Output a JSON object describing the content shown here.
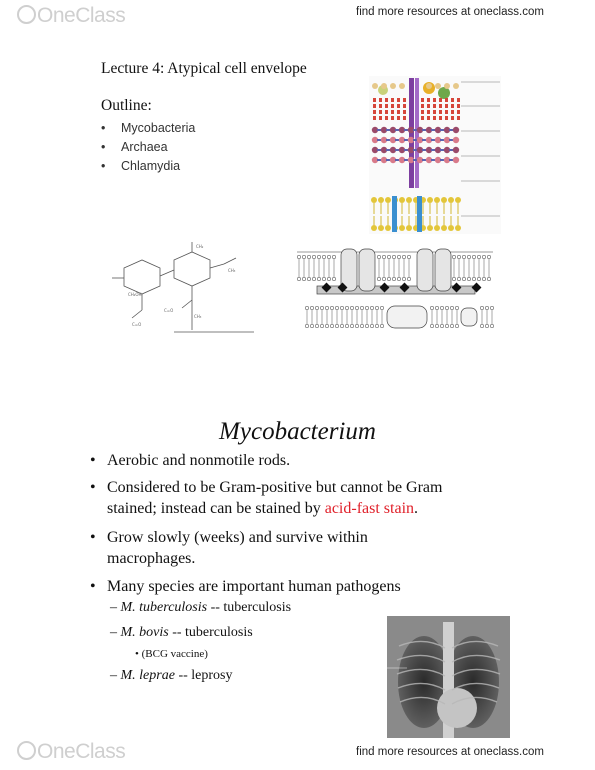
{
  "brand": {
    "logo": "OneClass",
    "link": "find more resources at oneclass.com"
  },
  "slide1": {
    "title": "Lecture 4: Atypical cell envelope",
    "outline_heading": "Outline:",
    "bullets": [
      "Mycobacteria",
      "Archaea",
      "Chlamydia"
    ]
  },
  "slide2": {
    "title": "Mycobacterium",
    "bullet1": "Aerobic and nonmotile rods.",
    "bullet2_line1": "Considered to be Gram-positive but cannot be Gram",
    "bullet2_line2a": "stained; instead can be stained by ",
    "bullet2_highlight": "acid-fast stain",
    "bullet2_line2b": ".",
    "bullet3_line1": "Grow slowly (weeks) and survive within",
    "bullet3_line2": "macrophages.",
    "bullet4": "Many species are important human pathogens",
    "sub1_species": "M. tuberculosis",
    "sub1_rest": " -- tuberculosis",
    "sub2_species": "M. bovis",
    "sub2_rest": " -- tuberculosis",
    "subsub": "(BCG vaccine)",
    "sub3_species": "M. leprae",
    "sub3_rest": " -- leprosy"
  }
}
